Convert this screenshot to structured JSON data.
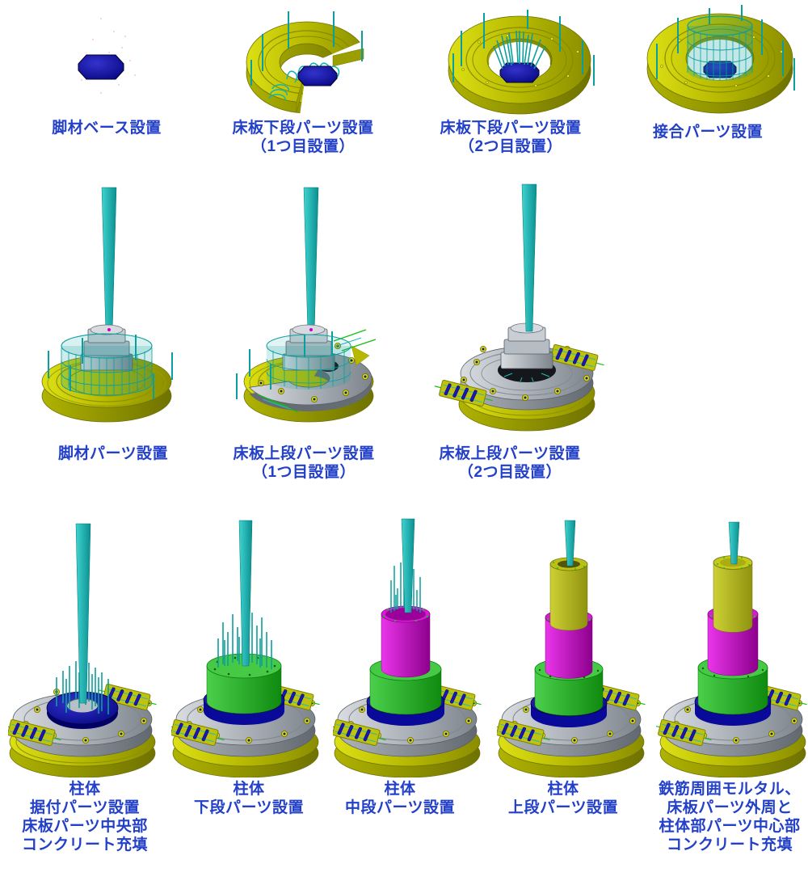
{
  "page": {
    "background": "#ffffff"
  },
  "palette": {
    "page_bg": "#ffffff",
    "label_blue": "#2340c8",
    "base_yellow": "#b6b900",
    "steel_teal": "#0a9e9e",
    "concrete_navy": "#0a0aa6",
    "plate_gray": "#a7adb4",
    "column_green": "#22b022",
    "column_magenta": "#c413c4",
    "column_olive": "#b4b616"
  },
  "captions": [
    "脚材ベース設置",
    "床板下段パーツ設置\n（1つ目設置）",
    "床板下段パーツ設置\n（2つ目設置）",
    "接合パーツ設置",
    "脚材パーツ設置",
    "床板上段パーツ設置\n（1つ目設置）",
    "床板上段パーツ設置\n（2つ目設置）",
    "柱体\n据付パーツ設置\n床板パーツ中央部\nコンクリート充填",
    "柱体\n下段パーツ設置",
    "柱体\n中段パーツ設置",
    "柱体\n上段パーツ設置",
    "鉄筋周囲モルタル、\n床板パーツ外周と\n柱体部パーツ中心部\nコンクリート充填"
  ]
}
